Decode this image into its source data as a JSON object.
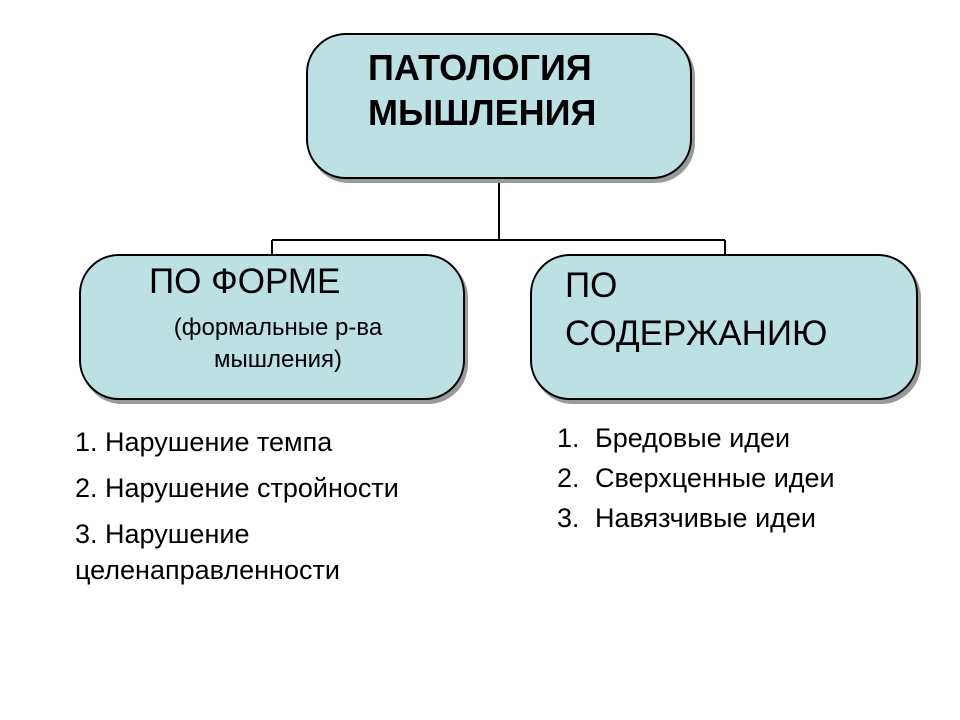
{
  "root": {
    "line1": "ПАТОЛОГИЯ",
    "line2": "МЫШЛЕНИЯ"
  },
  "form": {
    "title": "ПО ФОРМЕ",
    "subtitle": "(формальные р-ва мышления)",
    "items": [
      {
        "num": "1.",
        "text": "Нарушение темпа"
      },
      {
        "num": "2.",
        "text": "Нарушение стройности"
      },
      {
        "num": "3.",
        "text": "Нарушение целенаправленности"
      }
    ]
  },
  "content": {
    "title_line1": "ПО",
    "title_line2": "СОДЕРЖАНИЮ",
    "items": [
      {
        "num": "1.",
        "text": "Бредовые идеи"
      },
      {
        "num": "2.",
        "text": "Сверхценные идеи"
      },
      {
        "num": "3.",
        "text": "Навязчивые идеи"
      }
    ]
  },
  "colors": {
    "box_fill": "#bde0e3",
    "box_border": "#000000",
    "shadow": "#9a9a9a"
  }
}
